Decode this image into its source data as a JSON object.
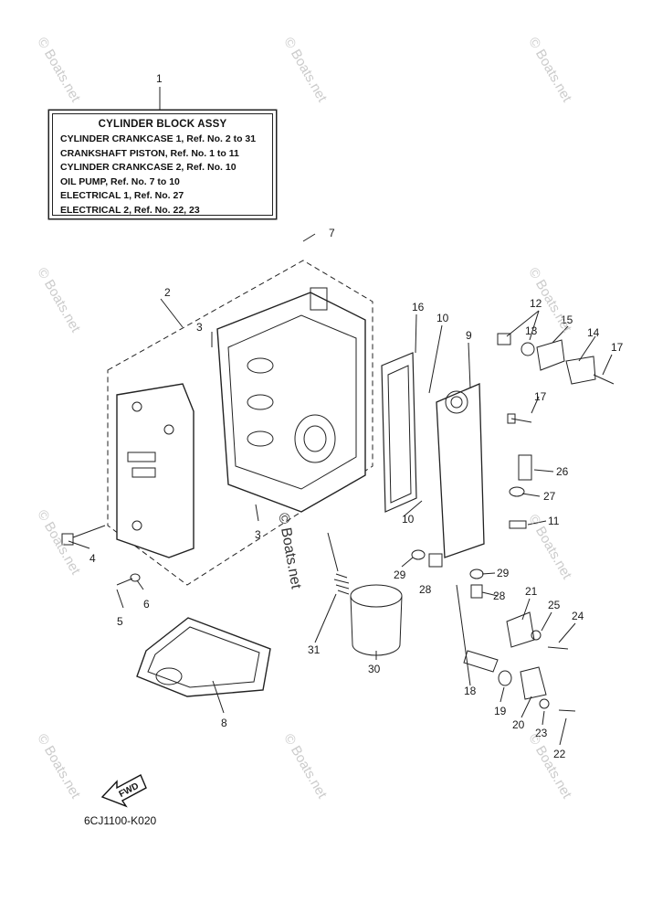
{
  "legend": {
    "title": "CYLINDER BLOCK ASSY",
    "lines": [
      "CYLINDER CRANKCASE 1,  Ref. No. 2 to 31",
      "CRANKSHAFT PISTON,  Ref. No. 1 to 11",
      "CYLINDER CRANKCASE 2,  Ref. No. 10",
      "OIL PUMP,  Ref. No. 7 to 10",
      "ELECTRICAL 1,  Ref. No. 27",
      "ELECTRICAL 2,  Ref. No. 22, 23"
    ]
  },
  "callouts": [
    "1",
    "2",
    "3",
    "3",
    "4",
    "5",
    "6",
    "7",
    "8",
    "9",
    "10",
    "10",
    "11",
    "12",
    "13",
    "14",
    "15",
    "16",
    "17",
    "17",
    "18",
    "19",
    "20",
    "21",
    "22",
    "23",
    "24",
    "25",
    "26",
    "27",
    "28",
    "28",
    "29",
    "29",
    "30",
    "31"
  ],
  "part_code": "6CJ1100-K020",
  "fwd_label": "FWD",
  "watermark": "© Boats.net",
  "icons": [
    "fwd-arrow-icon"
  ]
}
